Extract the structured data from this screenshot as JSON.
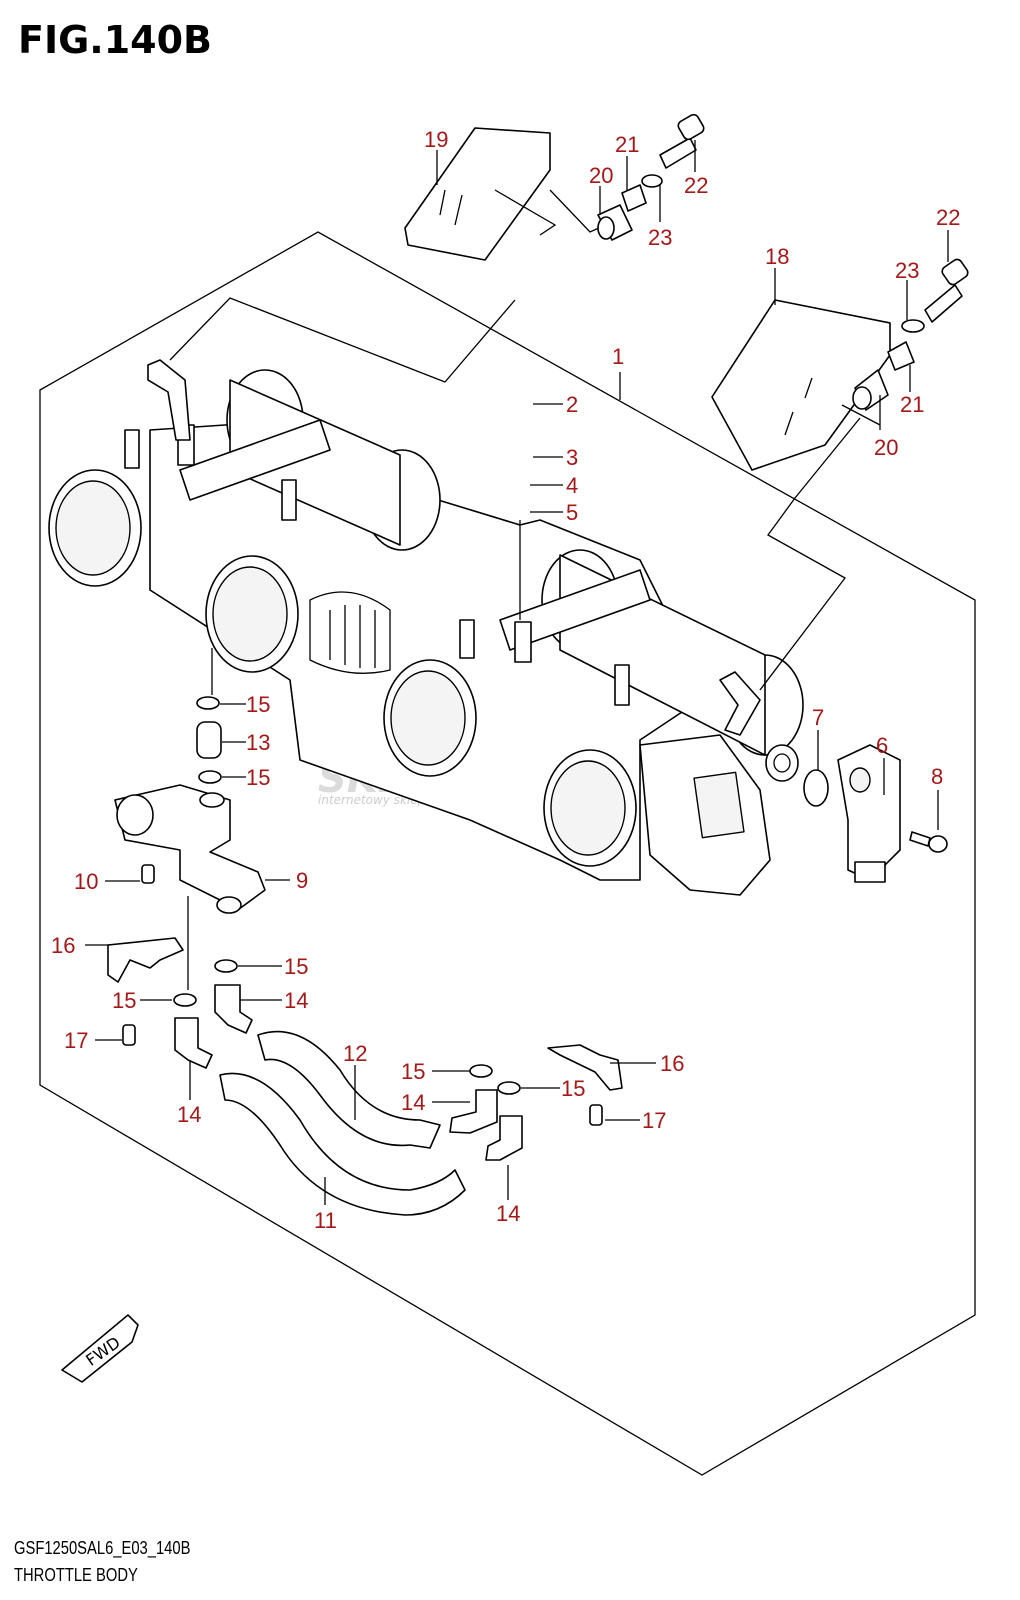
{
  "figure": {
    "title": "FIG.140B",
    "model_code": "GSF1250SAL6_E03_140B",
    "name": "THROTTLE BODY"
  },
  "fwd_label": "FWD",
  "watermark": {
    "brand": "SKLEPMOTO",
    "tagline": "internetowy sklep motocyklowy"
  },
  "callouts": [
    {
      "id": "c1",
      "label": "1"
    },
    {
      "id": "c2",
      "label": "2"
    },
    {
      "id": "c3",
      "label": "3"
    },
    {
      "id": "c4",
      "label": "4"
    },
    {
      "id": "c5",
      "label": "5"
    },
    {
      "id": "c6",
      "label": "6"
    },
    {
      "id": "c7",
      "label": "7"
    },
    {
      "id": "c8",
      "label": "8"
    },
    {
      "id": "c9",
      "label": "9"
    },
    {
      "id": "c10",
      "label": "10"
    },
    {
      "id": "c11",
      "label": "11"
    },
    {
      "id": "c12",
      "label": "12"
    },
    {
      "id": "c13",
      "label": "13"
    },
    {
      "id": "c14a",
      "label": "14"
    },
    {
      "id": "c14b",
      "label": "14"
    },
    {
      "id": "c14c",
      "label": "14"
    },
    {
      "id": "c14d",
      "label": "14"
    },
    {
      "id": "c15a",
      "label": "15"
    },
    {
      "id": "c15b",
      "label": "15"
    },
    {
      "id": "c15c",
      "label": "15"
    },
    {
      "id": "c15d",
      "label": "15"
    },
    {
      "id": "c15e",
      "label": "15"
    },
    {
      "id": "c15f",
      "label": "15"
    },
    {
      "id": "c16a",
      "label": "16"
    },
    {
      "id": "c16b",
      "label": "16"
    },
    {
      "id": "c17a",
      "label": "17"
    },
    {
      "id": "c17b",
      "label": "17"
    },
    {
      "id": "c18",
      "label": "18"
    },
    {
      "id": "c19",
      "label": "19"
    },
    {
      "id": "c20a",
      "label": "20"
    },
    {
      "id": "c20b",
      "label": "20"
    },
    {
      "id": "c21a",
      "label": "21"
    },
    {
      "id": "c21b",
      "label": "21"
    },
    {
      "id": "c22a",
      "label": "22"
    },
    {
      "id": "c22b",
      "label": "22"
    },
    {
      "id": "c23a",
      "label": "23"
    },
    {
      "id": "c23b",
      "label": "23"
    }
  ],
  "colors": {
    "callout": "#a51818",
    "line": "#000000",
    "watermark": "#d8d8d8"
  }
}
